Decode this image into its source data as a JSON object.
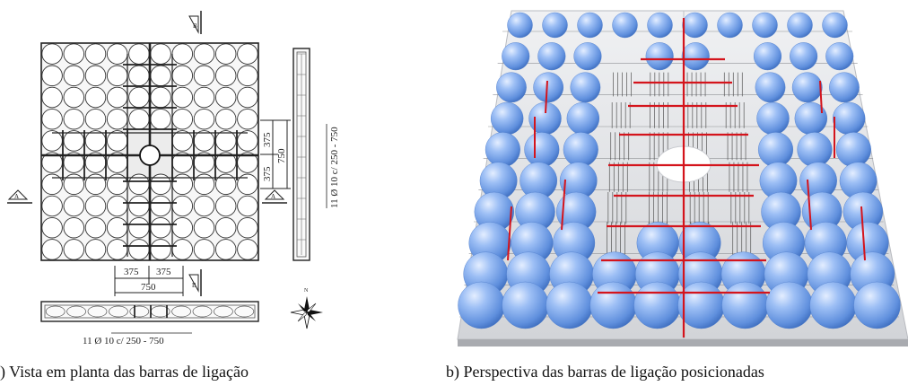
{
  "plan_view": {
    "dim_a": "375",
    "dim_b": "375",
    "dim_total": "750",
    "rebar_note": "11 Ø 10  c/ 250 - 750",
    "section_a": "A",
    "section_b": "B",
    "north_label": "N"
  },
  "captions": {
    "a": "a) Vista em planta das barras de ligação",
    "b": "b) Perspectiva das barras de ligação posicionadas"
  },
  "colors": {
    "sphere": "#6f9fe8",
    "slab": "#dcdde0",
    "connection_bar": "#d4141c",
    "drawing_line": "#222222"
  }
}
